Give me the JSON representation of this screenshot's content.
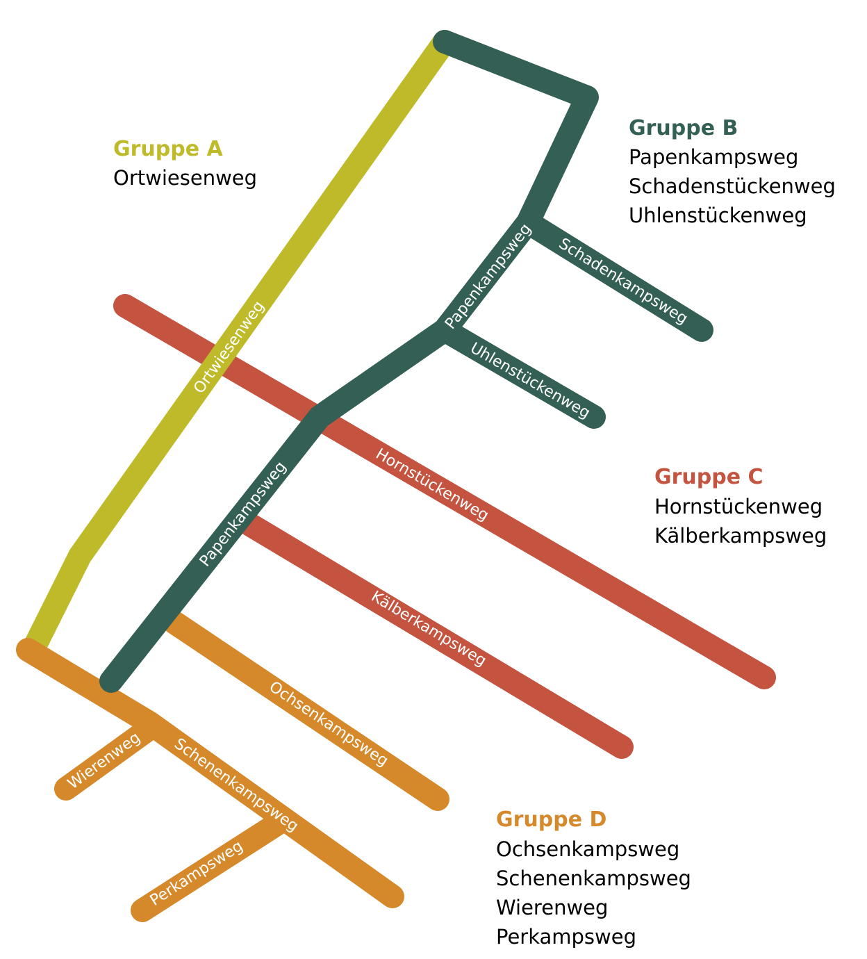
{
  "colors": {
    "gruppe_a": "#bfba2a",
    "gruppe_b": "#345f55",
    "gruppe_c": "#c45340",
    "gruppe_d": "#d6892a"
  },
  "streets": {
    "ortwiesenweg": "Ortwiesenweg",
    "papenkampsweg_lower": "Papenkampsweg",
    "papenkampsweg_upper": "Papenkampsweg",
    "schadenkampsweg": "Schadenkampsweg",
    "uhlenstueckenweg": "Uhlenstückenweg",
    "hornstueckenweg": "Hornstückenweg",
    "kaelberkampsweg": "Kälberkampsweg",
    "ochsenkampsweg": "Ochsenkampsweg",
    "schenenkampsweg": "Schenenkampsweg",
    "wierenweg": "Wierenweg",
    "perkampsweg": "Perkampsweg"
  },
  "legend": {
    "a": {
      "title": "Gruppe A",
      "items": [
        "Ortwiesenweg"
      ]
    },
    "b": {
      "title": "Gruppe B",
      "items": [
        "Papenkampsweg",
        "Schadenstückenweg",
        "Uhlenstückenweg"
      ]
    },
    "c": {
      "title": "Gruppe C",
      "items": [
        "Hornstückenweg",
        "Kälberkampsweg"
      ]
    },
    "d": {
      "title": "Gruppe D",
      "items": [
        "Ochsenkampsweg",
        "Schenenkampsweg",
        "Wierenweg",
        "Perkampsweg"
      ]
    }
  }
}
